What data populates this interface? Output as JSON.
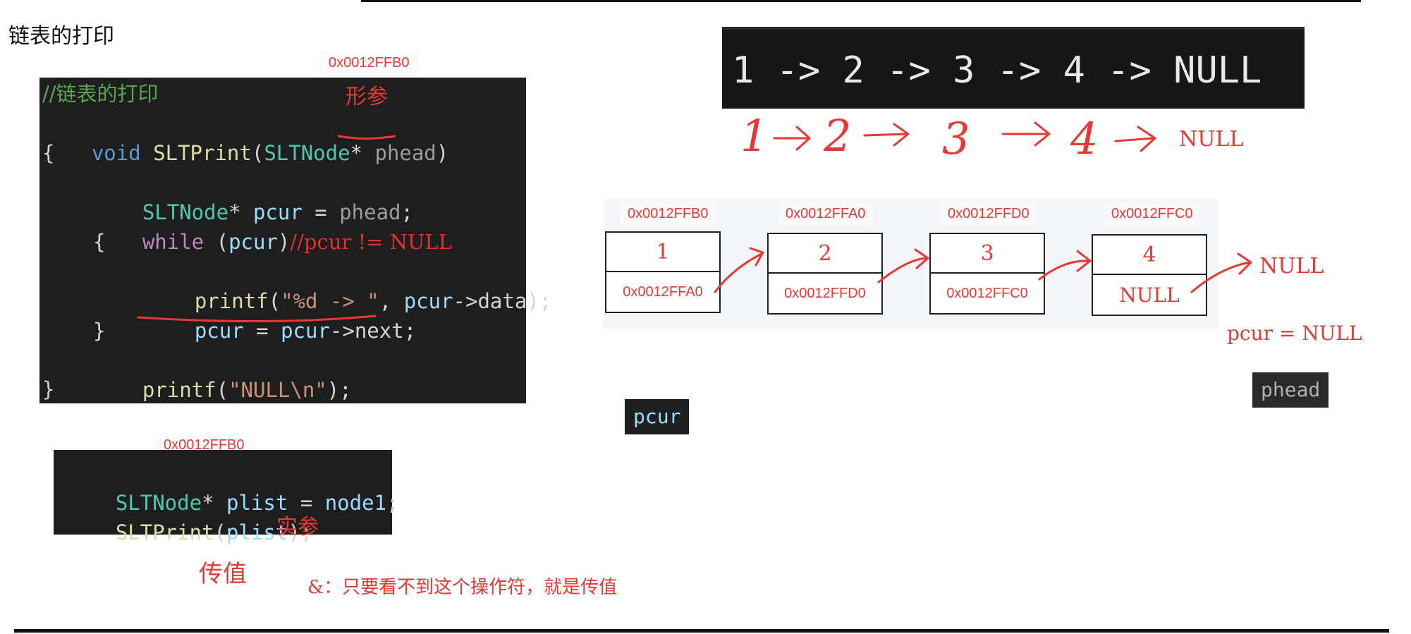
{
  "title": "链表的打印",
  "func_code": {
    "comment": "//链表的打印",
    "line2": {
      "kw": "void",
      "fn": "SLTPrint",
      "open": "(",
      "type": "SLTNode",
      "star": "* ",
      "param": "phead",
      "close": ")"
    },
    "brace_open": "{",
    "line4": {
      "type": "SLTNode",
      "star": "* ",
      "var": "pcur",
      "eq": " = ",
      "param": "phead",
      "semi": ";"
    },
    "line5": {
      "kw": "while",
      "open": " (",
      "var": "pcur",
      "close": ")",
      "comment": "//pcur != NULL"
    },
    "brace_open2": "{",
    "line7": {
      "fn": "printf",
      "open": "(",
      "str": "\"%d -> \"",
      "comma": ", ",
      "var": "pcur",
      "arrow": "->",
      "var2": "data",
      "close": ");"
    },
    "line8": {
      "var": "pcur",
      "eq": " = ",
      "var2": "pcur",
      "arrow": "->",
      "var3": "next",
      "semi": ";"
    },
    "brace_close2": "}",
    "line10": {
      "fn": "printf",
      "open": "(",
      "str": "\"NULL\\n\"",
      "close": ");"
    },
    "brace_close": "}"
  },
  "labels": {
    "addr_top": "0x0012FFB0",
    "formal_param": "形参",
    "addr_call": "0x0012FFB0",
    "actual_param": "实参",
    "pass_value": "传值",
    "note": "&：只要看不到这个操作符，就是传值"
  },
  "call_code": {
    "line1": {
      "type": "SLTNode",
      "star": "* ",
      "var": "plist",
      "eq": " = ",
      "var2": "node1",
      "semi": ";"
    },
    "line2": {
      "fn": "SLTPrint",
      "open": "(",
      "var": "plist",
      "close": ");"
    }
  },
  "terminal_output": "1 -> 2 -> 3 -> 4 -> NULL",
  "handwritten": {
    "seq": [
      "1",
      "2",
      "3",
      "4"
    ],
    "null": "NULL"
  },
  "nodes": [
    {
      "addr": "0x0012FFB0",
      "data": "1",
      "next": "0x0012FFA0"
    },
    {
      "addr": "0x0012FFA0",
      "data": "2",
      "next": "0x0012FFD0"
    },
    {
      "addr": "0x0012FFD0",
      "data": "3",
      "next": "0x0012FFC0"
    },
    {
      "addr": "0x0012FFC0",
      "data": "4",
      "next": "NULL"
    }
  ],
  "end_null": "NULL",
  "pcur_null": {
    "lhs": "pcur",
    "rhs": "NULL"
  },
  "chips": {
    "pcur": "pcur",
    "phead": "phead"
  },
  "colors": {
    "annotation_red": "#e53935",
    "code_bg": "#1e1e1e"
  }
}
